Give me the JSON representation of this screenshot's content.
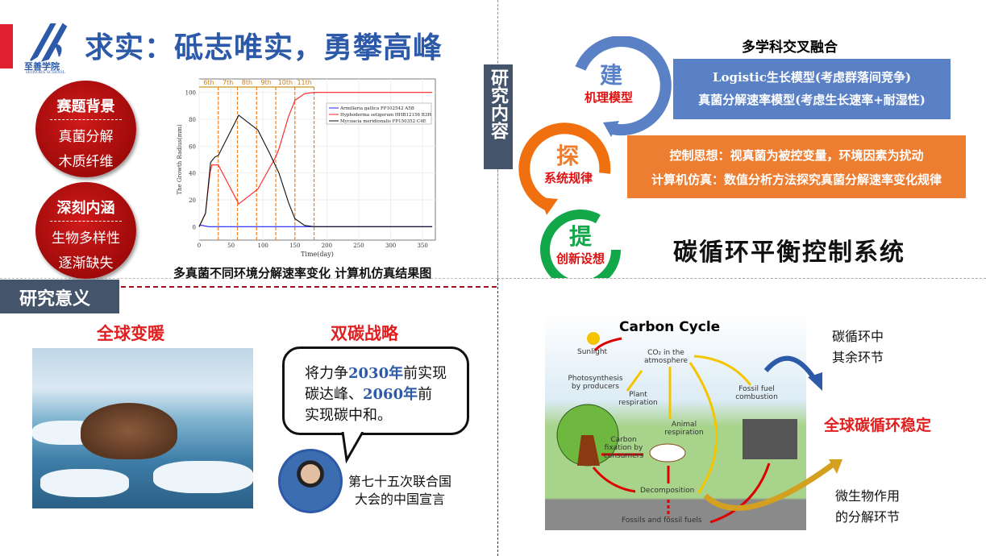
{
  "header": {
    "title": "求实：砥志唯实，勇攀高峰",
    "logo_text": "至善学院",
    "logo_sub": "HONORS SCHOOL"
  },
  "bubbles": [
    {
      "heading": "赛题背景",
      "lines": [
        "真菌分解",
        "木质纤维"
      ]
    },
    {
      "heading": "深刻内涵",
      "lines": [
        "生物多样性",
        "逐渐缺失"
      ]
    }
  ],
  "chart_caption": "多真菌不同环境分解速率变化 计算机仿真结果图",
  "chart_data": {
    "type": "line",
    "xlabel": "Time(day)",
    "ylabel": "The Growth Radius(mm)",
    "xlim": [
      0,
      370
    ],
    "ylim": [
      -10,
      110
    ],
    "xticks": [
      0,
      50,
      100,
      150,
      200,
      250,
      300,
      350
    ],
    "yticks": [
      0,
      20,
      40,
      60,
      80,
      100
    ],
    "stages": [
      {
        "label": "6th",
        "x": 30
      },
      {
        "label": "7th",
        "x": 60
      },
      {
        "label": "8th",
        "x": 90
      },
      {
        "label": "9th",
        "x": 120
      },
      {
        "label": "10th",
        "x": 150
      },
      {
        "label": "11th",
        "x": 180
      }
    ],
    "legend_position": "top-right",
    "series": [
      {
        "name": "Armillaria gallica FP102542 A5B",
        "color": "#2020ff",
        "points": [
          [
            0,
            1
          ],
          [
            5,
            1
          ],
          [
            15,
            0
          ],
          [
            365,
            0
          ]
        ]
      },
      {
        "name": "Hyphoderma setigerum HHB12156 B3H",
        "color": "#ff2020",
        "points": [
          [
            0,
            0
          ],
          [
            10,
            10
          ],
          [
            17,
            40
          ],
          [
            20,
            46
          ],
          [
            30,
            46
          ],
          [
            62,
            17
          ],
          [
            92,
            28
          ],
          [
            120,
            52
          ],
          [
            125,
            58
          ],
          [
            140,
            82
          ],
          [
            150,
            94
          ],
          [
            165,
            99
          ],
          [
            180,
            100
          ],
          [
            365,
            100
          ]
        ]
      },
      {
        "name": "Mycoacia meridionalis FP150352 C4E",
        "color": "#111111",
        "points": [
          [
            0,
            0
          ],
          [
            10,
            10
          ],
          [
            18,
            48
          ],
          [
            25,
            52
          ],
          [
            30,
            53
          ],
          [
            62,
            83
          ],
          [
            92,
            72
          ],
          [
            110,
            55
          ],
          [
            125,
            40
          ],
          [
            140,
            18
          ],
          [
            150,
            6
          ],
          [
            165,
            1
          ],
          [
            180,
            0
          ],
          [
            365,
            0
          ]
        ]
      }
    ]
  },
  "significance": {
    "label": "研究意义",
    "warming": "全球变暖",
    "dual_carbon": "双碳战略",
    "speech": [
      "将力争",
      "2030年",
      "前实现",
      "碳达峰、",
      "2060年",
      "前",
      "实现碳中和。"
    ],
    "declaration": [
      "第七十五次联合国",
      "大会的中国宣言"
    ]
  },
  "research": {
    "label": "研究内容",
    "subtitle": "多学科交叉融合",
    "rings": [
      {
        "char": "建",
        "label": "机理模型",
        "color": "#5a80c6"
      },
      {
        "char": "探",
        "label": "系统规律",
        "color": "#f07010"
      },
      {
        "char": "提",
        "label": "创新设想",
        "color": "#12a84a"
      }
    ],
    "blue_lines": [
      "Logistic生长模型(考虑群落间竞争)",
      "真菌分解速率模型(考虑生长速率+耐湿性)"
    ],
    "orange_lines": [
      "控制思想：视真菌为被控变量，环境因素为扰动",
      "计算机仿真：数值分析方法探究真菌分解速率变化规律"
    ],
    "system_title": "碳循环平衡控制系统"
  },
  "carbon": {
    "title": "Carbon Cycle",
    "sunlight": "Sunlight",
    "co2": "CO₂ in the atmosphere",
    "photo": "Photosynthesis by producers",
    "plant": "Plant respiration",
    "animal": "Animal respiration",
    "fixation": "Carbon fixation by consumers",
    "fossilfuel": "Fossil fuel combustion",
    "decomp": "Decomposition",
    "fossils": "Fossils and fossil fuels",
    "note_top": [
      "碳循环中",
      "其余环节"
    ],
    "stable": "全球碳循环稳定",
    "note_bottom": [
      "微生物作用",
      "的分解环节"
    ]
  }
}
